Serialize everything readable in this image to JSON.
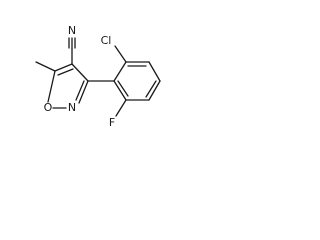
{
  "molecule": {
    "atoms": {
      "nitrile_n": "N",
      "ring_o": "O",
      "ring_n": "N",
      "chlorine": "Cl",
      "fluorine": "F"
    }
  },
  "colors": {
    "bond": "#1a1a1a",
    "background": "#ffffff"
  }
}
